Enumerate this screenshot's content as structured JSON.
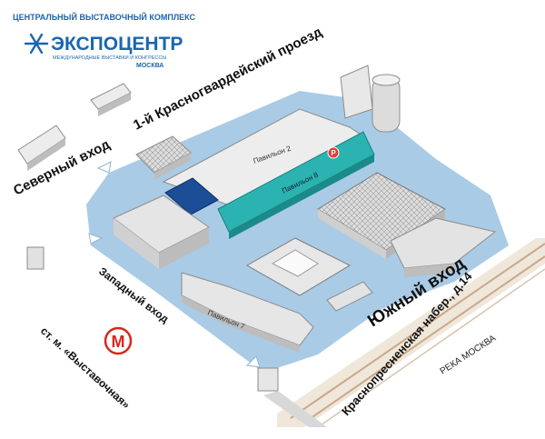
{
  "header": {
    "company": "ЦЕНТРАЛЬНЫЙ ВЫСТАВОЧНЫЙ КОМПЛЕКС",
    "logo_text": "ЭКСПОЦЕНТР",
    "logo_subtitle": "МЕЖДУНАРОДНЫЕ ВЫСТАВКИ И КОНГРЕССЫ",
    "logo_city": "МОСКВА"
  },
  "streets": {
    "north_street": "1-й Красногвардейский проезд",
    "embankment": "Краснопресненская набер., д.14",
    "river": "РЕКА МОСКВА",
    "metro": "ст. м. «Выставочная»"
  },
  "entrances": {
    "north": "Северный вход",
    "west": "Западный вход",
    "south": "Южный вход"
  },
  "pavilions": {
    "p2": "Павильон 2",
    "p8": "Павильон 8",
    "p7": "Павильон 7"
  },
  "parking": "P",
  "metro_logo": "M",
  "colors": {
    "grounds": "#a9cbe6",
    "pavilion_8": "#2ab3b0",
    "highlight_block": "#1c4e98",
    "parking": "#e23b35",
    "metro": "#d9261c",
    "brand": "#1a66b0"
  }
}
